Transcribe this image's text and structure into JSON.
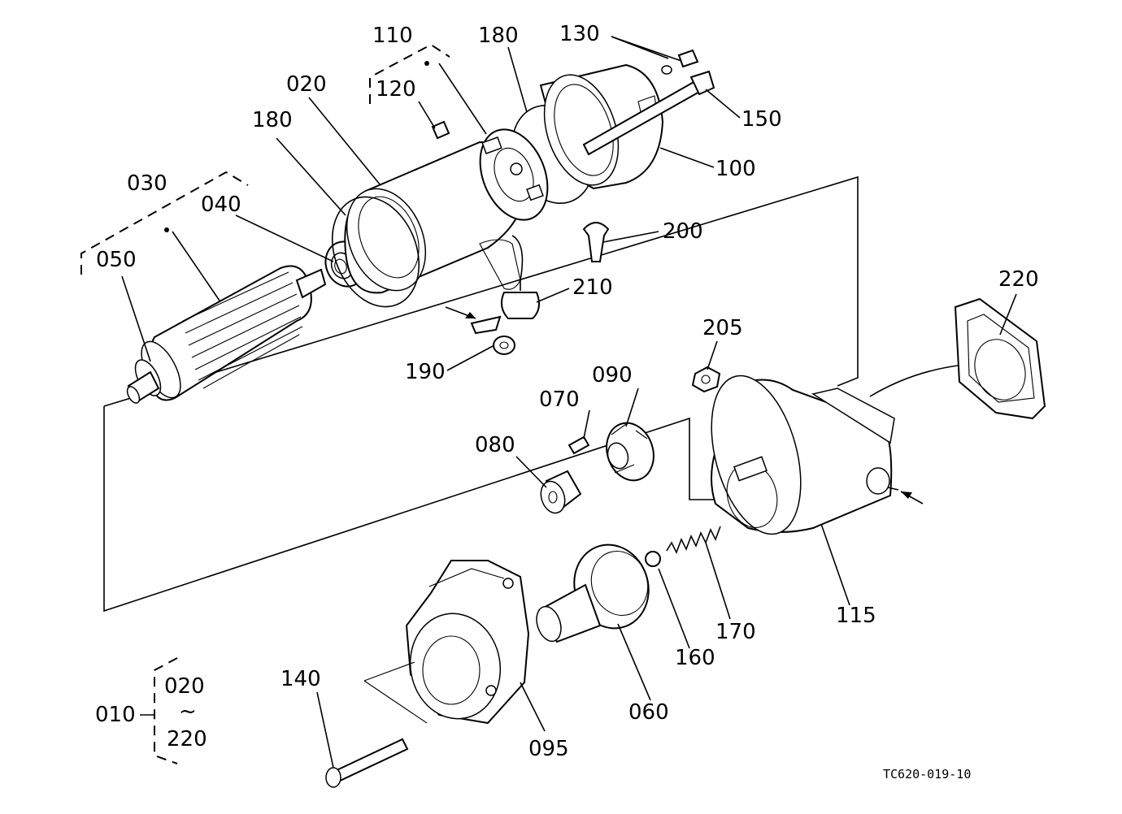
{
  "labels": {
    "p010": "010",
    "p020a": "020",
    "p020b": "020",
    "p030": "030",
    "p040": "040",
    "p050": "050",
    "p060": "060",
    "p070": "070",
    "p080": "080",
    "p090": "090",
    "p095": "095",
    "p100": "100",
    "p110": "110",
    "p115": "115",
    "p120": "120",
    "p130": "130",
    "p140": "140",
    "p150": "150",
    "p160": "160",
    "p170": "170",
    "p180a": "180",
    "p180b": "180",
    "p190": "190",
    "p200": "200",
    "p205": "205",
    "p210": "210",
    "p220a": "220",
    "p220b": "220",
    "tilde": "~"
  },
  "drawing_code": "TC620-019-10"
}
